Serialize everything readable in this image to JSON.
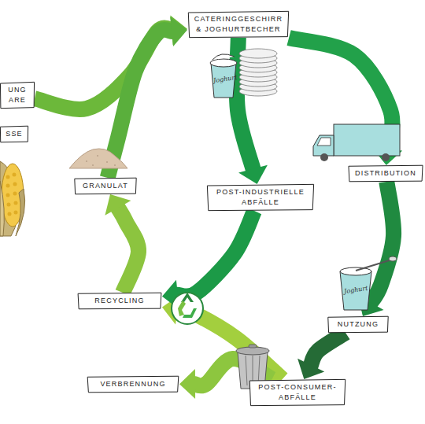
{
  "diagram": {
    "nodes": [
      {
        "text": [
          "UNG ARE"
        ]
      },
      {
        "text": [
          "SSE"
        ]
      },
      {
        "text": [
          "CATERINGGESCHIRR & JOGHURTBECHER"
        ]
      },
      {
        "text": [
          "GRANULAT"
        ]
      },
      {
        "text": [
          "POST-INDUSTRIELLE ABFÄLLE"
        ]
      },
      {
        "text": [
          "DISTRIBUTION"
        ]
      },
      {
        "text": [
          "RECYCLING"
        ]
      },
      {
        "text": [
          "NUTZUNG"
        ]
      },
      {
        "text": [
          "VERBRENNUNG"
        ]
      },
      {
        "text": [
          "POST-CONSUMER-ABFÄLLE"
        ]
      }
    ],
    "edges": [
      {
        "from": 0,
        "to": 2,
        "arrow": "to"
      },
      {
        "from": 3,
        "to": 2,
        "arrow": "to"
      },
      {
        "from": 2,
        "to": 5,
        "arrow": "to"
      },
      {
        "from": 2,
        "to": 4,
        "arrow": "to"
      },
      {
        "from": 5,
        "to": 7,
        "arrow": "to"
      },
      {
        "from": 7,
        "to": 9,
        "arrow": "to"
      },
      {
        "from": 9,
        "to": 6,
        "arrow": "to"
      },
      {
        "from": 9,
        "to": 8,
        "arrow": "to"
      },
      {
        "from": 6,
        "to": 3,
        "arrow": "to"
      },
      {
        "from": 4,
        "to": 6,
        "arrow": "to"
      }
    ],
    "labels": [
      "Joghurt",
      "Joghurt"
    ]
  }
}
